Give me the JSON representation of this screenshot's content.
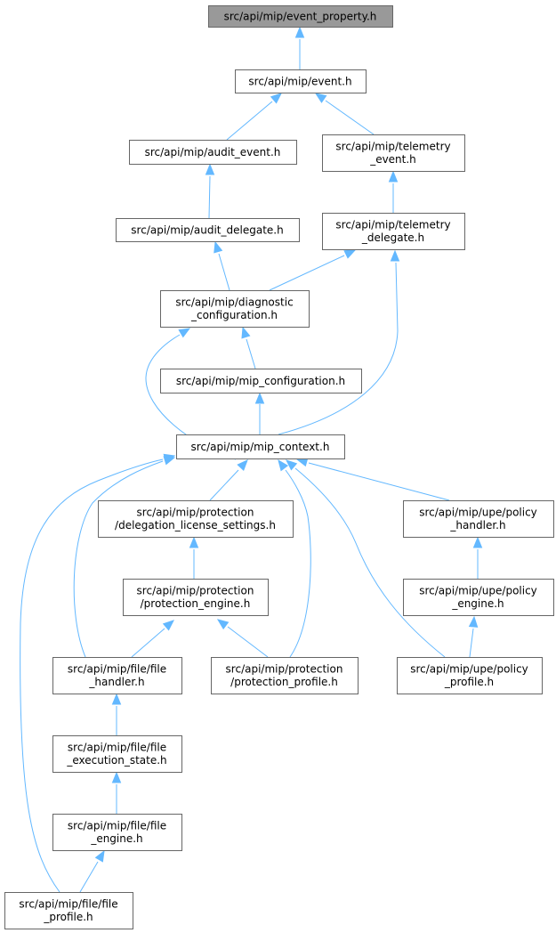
{
  "nodes": [
    {
      "id": "event_property",
      "lines": [
        "src/api/mip/event_property.h"
      ],
      "root": true
    },
    {
      "id": "event",
      "lines": [
        "src/api/mip/event.h"
      ]
    },
    {
      "id": "audit_event",
      "lines": [
        "src/api/mip/audit_event.h"
      ]
    },
    {
      "id": "telemetry_event",
      "lines": [
        "src/api/mip/telemetry",
        "_event.h"
      ]
    },
    {
      "id": "audit_delegate",
      "lines": [
        "src/api/mip/audit_delegate.h"
      ]
    },
    {
      "id": "telemetry_delegate",
      "lines": [
        "src/api/mip/telemetry",
        "_delegate.h"
      ]
    },
    {
      "id": "diagnostic_configuration",
      "lines": [
        "src/api/mip/diagnostic",
        "_configuration.h"
      ]
    },
    {
      "id": "mip_configuration",
      "lines": [
        "src/api/mip/mip_configuration.h"
      ]
    },
    {
      "id": "mip_context",
      "lines": [
        "src/api/mip/mip_context.h"
      ]
    },
    {
      "id": "delegation_license_settings",
      "lines": [
        "src/api/mip/protection",
        "/delegation_license_settings.h"
      ]
    },
    {
      "id": "policy_handler",
      "lines": [
        "src/api/mip/upe/policy",
        "_handler.h"
      ]
    },
    {
      "id": "protection_engine",
      "lines": [
        "src/api/mip/protection",
        "/protection_engine.h"
      ]
    },
    {
      "id": "policy_engine",
      "lines": [
        "src/api/mip/upe/policy",
        "_engine.h"
      ]
    },
    {
      "id": "file_handler",
      "lines": [
        "src/api/mip/file/file",
        "_handler.h"
      ]
    },
    {
      "id": "protection_profile",
      "lines": [
        "src/api/mip/protection",
        "/protection_profile.h"
      ]
    },
    {
      "id": "policy_profile",
      "lines": [
        "src/api/mip/upe/policy",
        "_profile.h"
      ]
    },
    {
      "id": "file_execution_state",
      "lines": [
        "src/api/mip/file/file",
        "_execution_state.h"
      ]
    },
    {
      "id": "file_engine",
      "lines": [
        "src/api/mip/file/file",
        "_engine.h"
      ]
    },
    {
      "id": "file_profile",
      "lines": [
        "src/api/mip/file/file",
        "_profile.h"
      ]
    }
  ],
  "edges": [
    {
      "from": "event",
      "to": "event_property"
    },
    {
      "from": "audit_event",
      "to": "event"
    },
    {
      "from": "telemetry_event",
      "to": "event"
    },
    {
      "from": "audit_delegate",
      "to": "audit_event"
    },
    {
      "from": "telemetry_delegate",
      "to": "telemetry_event"
    },
    {
      "from": "diagnostic_configuration",
      "to": "audit_delegate"
    },
    {
      "from": "diagnostic_configuration",
      "to": "telemetry_delegate"
    },
    {
      "from": "mip_context",
      "to": "telemetry_delegate"
    },
    {
      "from": "mip_configuration",
      "to": "diagnostic_configuration"
    },
    {
      "from": "mip_context",
      "to": "diagnostic_configuration"
    },
    {
      "from": "mip_context",
      "to": "mip_configuration"
    },
    {
      "from": "delegation_license_settings",
      "to": "mip_context"
    },
    {
      "from": "policy_handler",
      "to": "mip_context"
    },
    {
      "from": "file_handler",
      "to": "mip_context"
    },
    {
      "from": "protection_profile",
      "to": "mip_context"
    },
    {
      "from": "policy_profile",
      "to": "mip_context"
    },
    {
      "from": "file_profile",
      "to": "mip_context"
    },
    {
      "from": "protection_engine",
      "to": "delegation_license_settings"
    },
    {
      "from": "file_handler",
      "to": "protection_engine"
    },
    {
      "from": "protection_profile",
      "to": "protection_engine"
    },
    {
      "from": "policy_engine",
      "to": "policy_handler"
    },
    {
      "from": "policy_profile",
      "to": "policy_engine"
    },
    {
      "from": "file_execution_state",
      "to": "file_handler"
    },
    {
      "from": "file_engine",
      "to": "file_execution_state"
    },
    {
      "from": "file_profile",
      "to": "file_engine"
    }
  ]
}
